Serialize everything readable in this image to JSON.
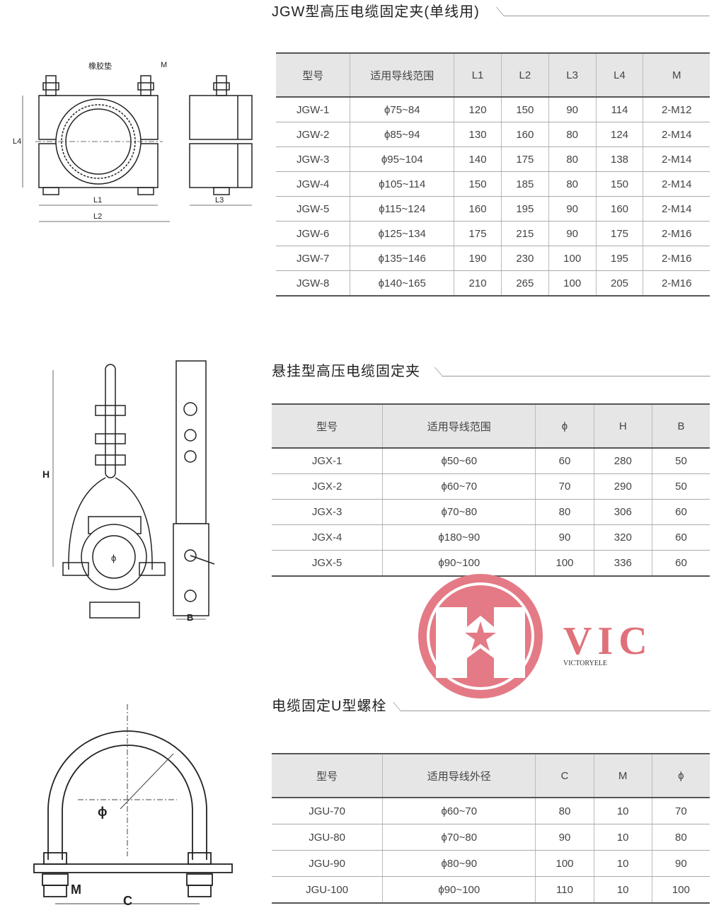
{
  "section1": {
    "title": "JGW型高压电缆固定夹(单线用)",
    "headers": [
      "型号",
      "适用导线范围",
      "L1",
      "L2",
      "L3",
      "L4",
      "M"
    ],
    "rows": [
      [
        "JGW-1",
        "ϕ75~84",
        "120",
        "150",
        "90",
        "114",
        "2-M12"
      ],
      [
        "JGW-2",
        "ϕ85~94",
        "130",
        "160",
        "80",
        "124",
        "2-M14"
      ],
      [
        "JGW-3",
        "ϕ95~104",
        "140",
        "175",
        "80",
        "138",
        "2-M14"
      ],
      [
        "JGW-4",
        "ϕ105~114",
        "150",
        "185",
        "80",
        "150",
        "2-M14"
      ],
      [
        "JGW-5",
        "ϕ115~124",
        "160",
        "195",
        "90",
        "160",
        "2-M14"
      ],
      [
        "JGW-6",
        "ϕ125~134",
        "175",
        "215",
        "90",
        "175",
        "2-M16"
      ],
      [
        "JGW-7",
        "ϕ135~146",
        "190",
        "230",
        "100",
        "195",
        "2-M16"
      ],
      [
        "JGW-8",
        "ϕ140~165",
        "210",
        "265",
        "100",
        "205",
        "2-M16"
      ]
    ],
    "drawing_labels": {
      "rubber": "橡胶垫",
      "m": "M",
      "l4": "L4",
      "l1": "L1",
      "l2": "L2",
      "l3": "L3"
    }
  },
  "section2": {
    "title": "悬挂型高压电缆固定夹",
    "headers": [
      "型号",
      "适用导线范围",
      "ϕ",
      "H",
      "B"
    ],
    "rows": [
      [
        "JGX-1",
        "ϕ50~60",
        "60",
        "280",
        "50"
      ],
      [
        "JGX-2",
        "ϕ60~70",
        "70",
        "290",
        "50"
      ],
      [
        "JGX-3",
        "ϕ70~80",
        "80",
        "306",
        "60"
      ],
      [
        "JGX-4",
        "ϕ180~90",
        "90",
        "320",
        "60"
      ],
      [
        "JGX-5",
        "ϕ90~100",
        "100",
        "336",
        "60"
      ]
    ],
    "drawing_labels": {
      "h": "H",
      "b": "B",
      "phi": "ϕ"
    }
  },
  "section3": {
    "title": "电缆固定U型螺栓",
    "headers": [
      "型号",
      "适用导线外径",
      "C",
      "M",
      "ϕ"
    ],
    "rows": [
      [
        "JGU-70",
        "ϕ60~70",
        "80",
        "10",
        "70"
      ],
      [
        "JGU-80",
        "ϕ70~80",
        "90",
        "10",
        "80"
      ],
      [
        "JGU-90",
        "ϕ80~90",
        "100",
        "10",
        "90"
      ],
      [
        "JGU-100",
        "ϕ90~100",
        "110",
        "10",
        "100"
      ]
    ],
    "drawing_labels": {
      "phi": "ϕ",
      "m": "M",
      "c": "C"
    }
  },
  "logo": {
    "big": "VIC",
    "small": "VICTORYELE",
    "color": "#e0707a"
  }
}
